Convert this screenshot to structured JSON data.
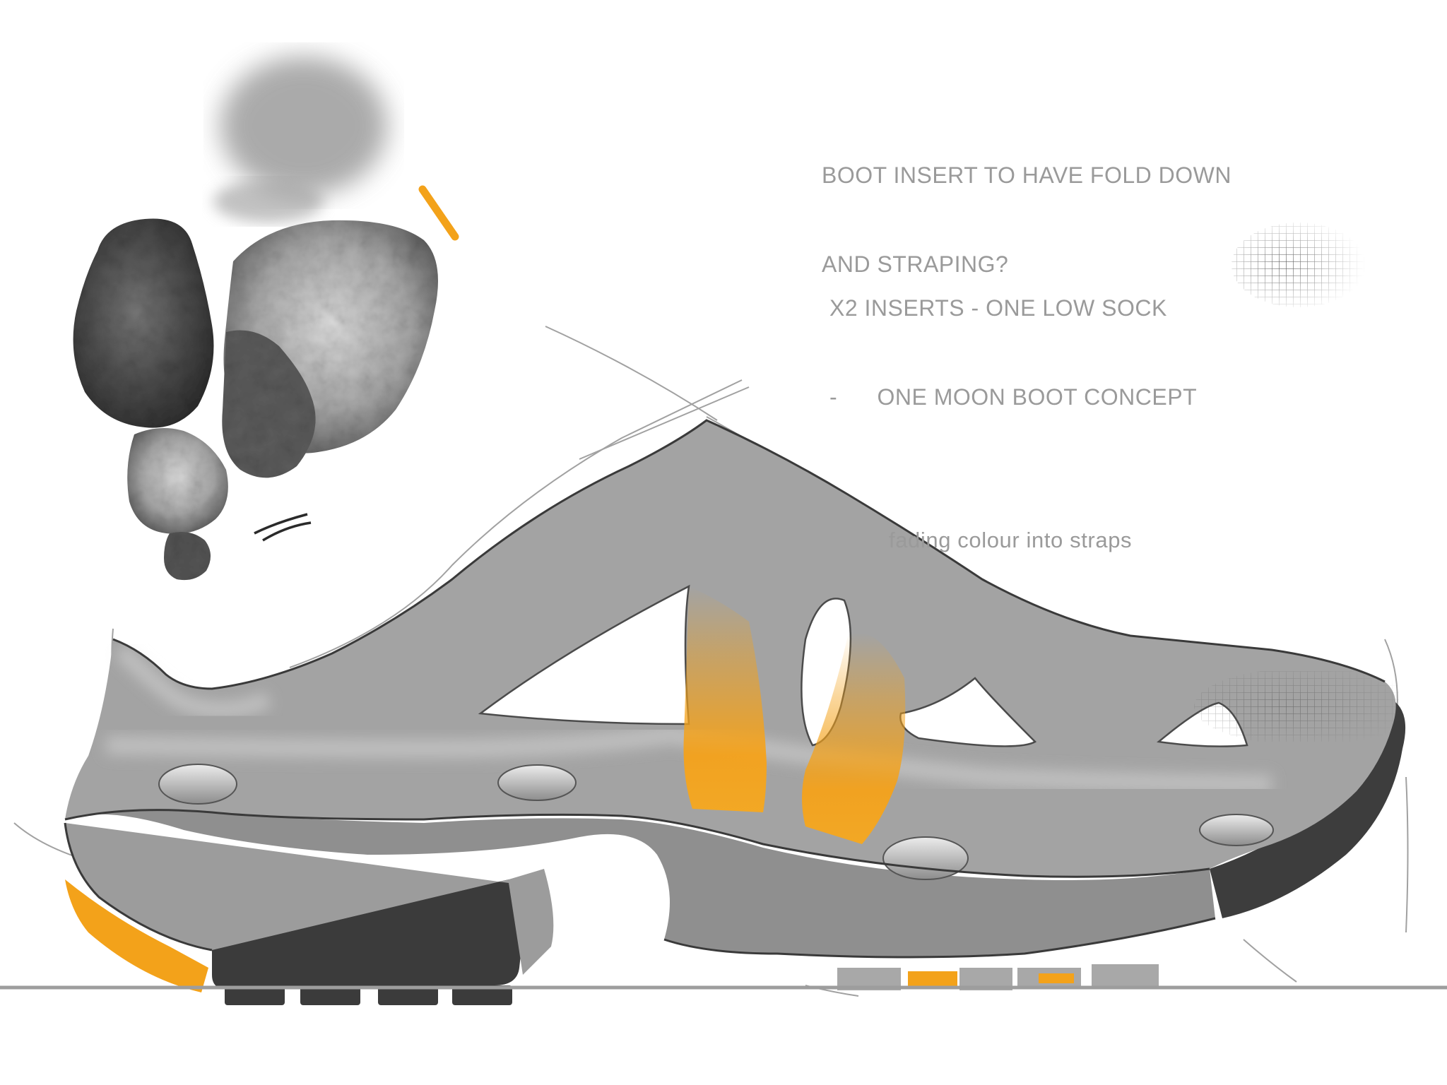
{
  "annotations": {
    "insert_line1": "BOOT INSERT TO HAVE FOLD DOWN",
    "insert_line2": "AND STRAPING?",
    "x2_line1": "X2 INSERTS - ONE LOW SOCK",
    "x2_line2": "-      ONE MOON BOOT CONCEPT",
    "fading": "fading colour into straps"
  },
  "colors": {
    "shell_grey": "#a3a3a3",
    "accent_orange": "#f3a21a",
    "outsole_dark": "#3b3b3b",
    "rock_dark": "#4a4a4a",
    "text_grey": "#9a9a9a"
  }
}
